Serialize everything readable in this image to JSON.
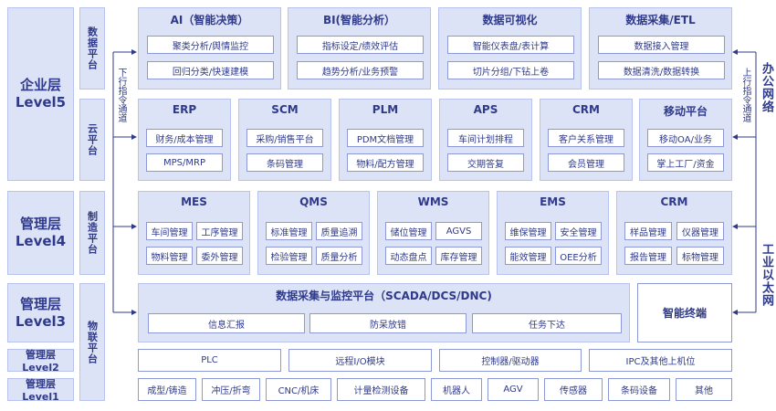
{
  "levels": {
    "enterprise": {
      "name": "企业层",
      "level": "Level5"
    },
    "management4": {
      "name": "管理层",
      "level": "Level4"
    },
    "management3": {
      "name": "管理层",
      "level": "Level3"
    },
    "level2": "管理层Level2",
    "level1": "管理层Level1"
  },
  "platforms": {
    "data": "数据平台",
    "cloud": "云平台",
    "manufacturing": "制造平台",
    "iot": "物联平台"
  },
  "arrows": {
    "down": "下行指令通道",
    "up": "上行指令通道"
  },
  "side_labels": {
    "office": "办公网络",
    "industrial": "工业以太网"
  },
  "row_data": [
    {
      "title": "AI（智能决策）",
      "items": [
        "聚类分析/舆情监控",
        "回归分类/快速建模"
      ]
    },
    {
      "title": "BI(智能分析）",
      "items": [
        "指标设定/绩效评估",
        "趋势分析/业务预警"
      ]
    },
    {
      "title": "数据可视化",
      "items": [
        "智能仪表盘/表计算",
        "切片分组/下钻上卷"
      ]
    },
    {
      "title": "数据采集/ETL",
      "items": [
        "数据接入管理",
        "数据清洗/数据转换"
      ]
    }
  ],
  "row_cloud": [
    {
      "title": "ERP",
      "items": [
        "财务/成本管理",
        "MPS/MRP"
      ]
    },
    {
      "title": "SCM",
      "items": [
        "采购/销售平台",
        "条码管理"
      ]
    },
    {
      "title": "PLM",
      "items": [
        "PDM文档管理",
        "物料/配方管理"
      ]
    },
    {
      "title": "APS",
      "items": [
        "车间计划排程",
        "交期答复"
      ]
    },
    {
      "title": "CRM",
      "items": [
        "客户关系管理",
        "会员管理"
      ]
    },
    {
      "title": "移动平台",
      "items": [
        "移动OA/业务",
        "掌上工厂/资金"
      ]
    }
  ],
  "row_mfg": [
    {
      "title": "MES",
      "items": [
        "车间管理",
        "工序管理",
        "物料管理",
        "委外管理"
      ]
    },
    {
      "title": "QMS",
      "items": [
        "标准管理",
        "质量追溯",
        "检验管理",
        "质量分析"
      ]
    },
    {
      "title": "WMS",
      "items": [
        "储位管理",
        "AGVS",
        "动态盘点",
        "库存管理"
      ]
    },
    {
      "title": "EMS",
      "items": [
        "维保管理",
        "安全管理",
        "能效管理",
        "OEE分析"
      ]
    },
    {
      "title": "CRM",
      "items": [
        "样品管理",
        "仪器管理",
        "报告管理",
        "标物管理"
      ]
    }
  ],
  "iot": {
    "title": "数据采集与监控平台（SCADA/DCS/DNC)",
    "items": [
      "信息汇报",
      "防呆放错",
      "任务下达"
    ],
    "terminal": "智能终端"
  },
  "level2_items": [
    "PLC",
    "远程I/O模块",
    "控制器/驱动器",
    "IPC及其他上机位"
  ],
  "level1_items": [
    "成型/铸造",
    "冲压/折弯",
    "CNC/机床",
    "计量检测设备",
    "机器人",
    "AGV",
    "传感器",
    "条码设备",
    "其他"
  ],
  "colors": {
    "panel_bg": "#dde3f7",
    "border": "#8c99d6",
    "text": "#2f3a8a"
  }
}
